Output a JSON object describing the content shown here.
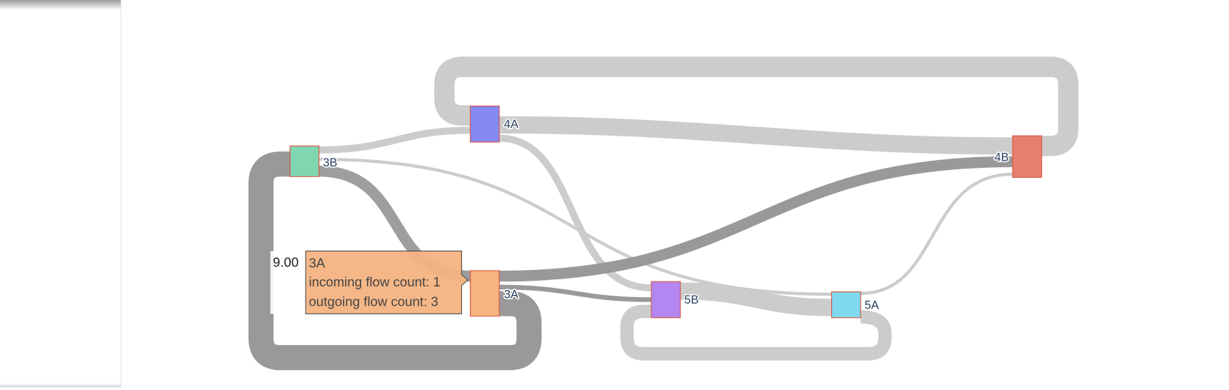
{
  "chart_data": {
    "type": "sankey",
    "nodes": [
      {
        "label": "3B",
        "color": "#7fd6b0"
      },
      {
        "label": "4A",
        "color": "#8589f1"
      },
      {
        "label": "4B",
        "color": "#e4806c"
      },
      {
        "label": "3A",
        "color": "#f5b481"
      },
      {
        "label": "5B",
        "color": "#b386f1"
      },
      {
        "label": "5A",
        "color": "#80d9ef"
      }
    ],
    "links": [
      {
        "source": "4B",
        "target": "4A",
        "value": 5
      },
      {
        "source": "4A",
        "target": "4B",
        "value": 5
      },
      {
        "source": "3B",
        "target": "4A",
        "value": 2
      },
      {
        "source": "3B",
        "target": "5A",
        "value": 1
      },
      {
        "source": "3B",
        "target": "3A",
        "value": 3
      },
      {
        "source": "3A",
        "target": "4B",
        "value": 3
      },
      {
        "source": "3A",
        "target": "5B",
        "value": 1
      },
      {
        "source": "3A",
        "target": "3B",
        "value": 6
      },
      {
        "source": "4A",
        "target": "5B",
        "value": 2
      },
      {
        "source": "5B",
        "target": "5A",
        "value": 4
      },
      {
        "source": "5A",
        "target": "5B",
        "value": 3
      },
      {
        "source": "5A",
        "target": "4B",
        "value": 1
      }
    ],
    "link_color": "#cccccc",
    "highlight_link_color": "#999999"
  },
  "hover": {
    "value": "9.00",
    "title": "3A",
    "line1": "incoming flow count: 1",
    "line2": "outgoing flow count: 3",
    "bg_color": "#f5b481"
  }
}
